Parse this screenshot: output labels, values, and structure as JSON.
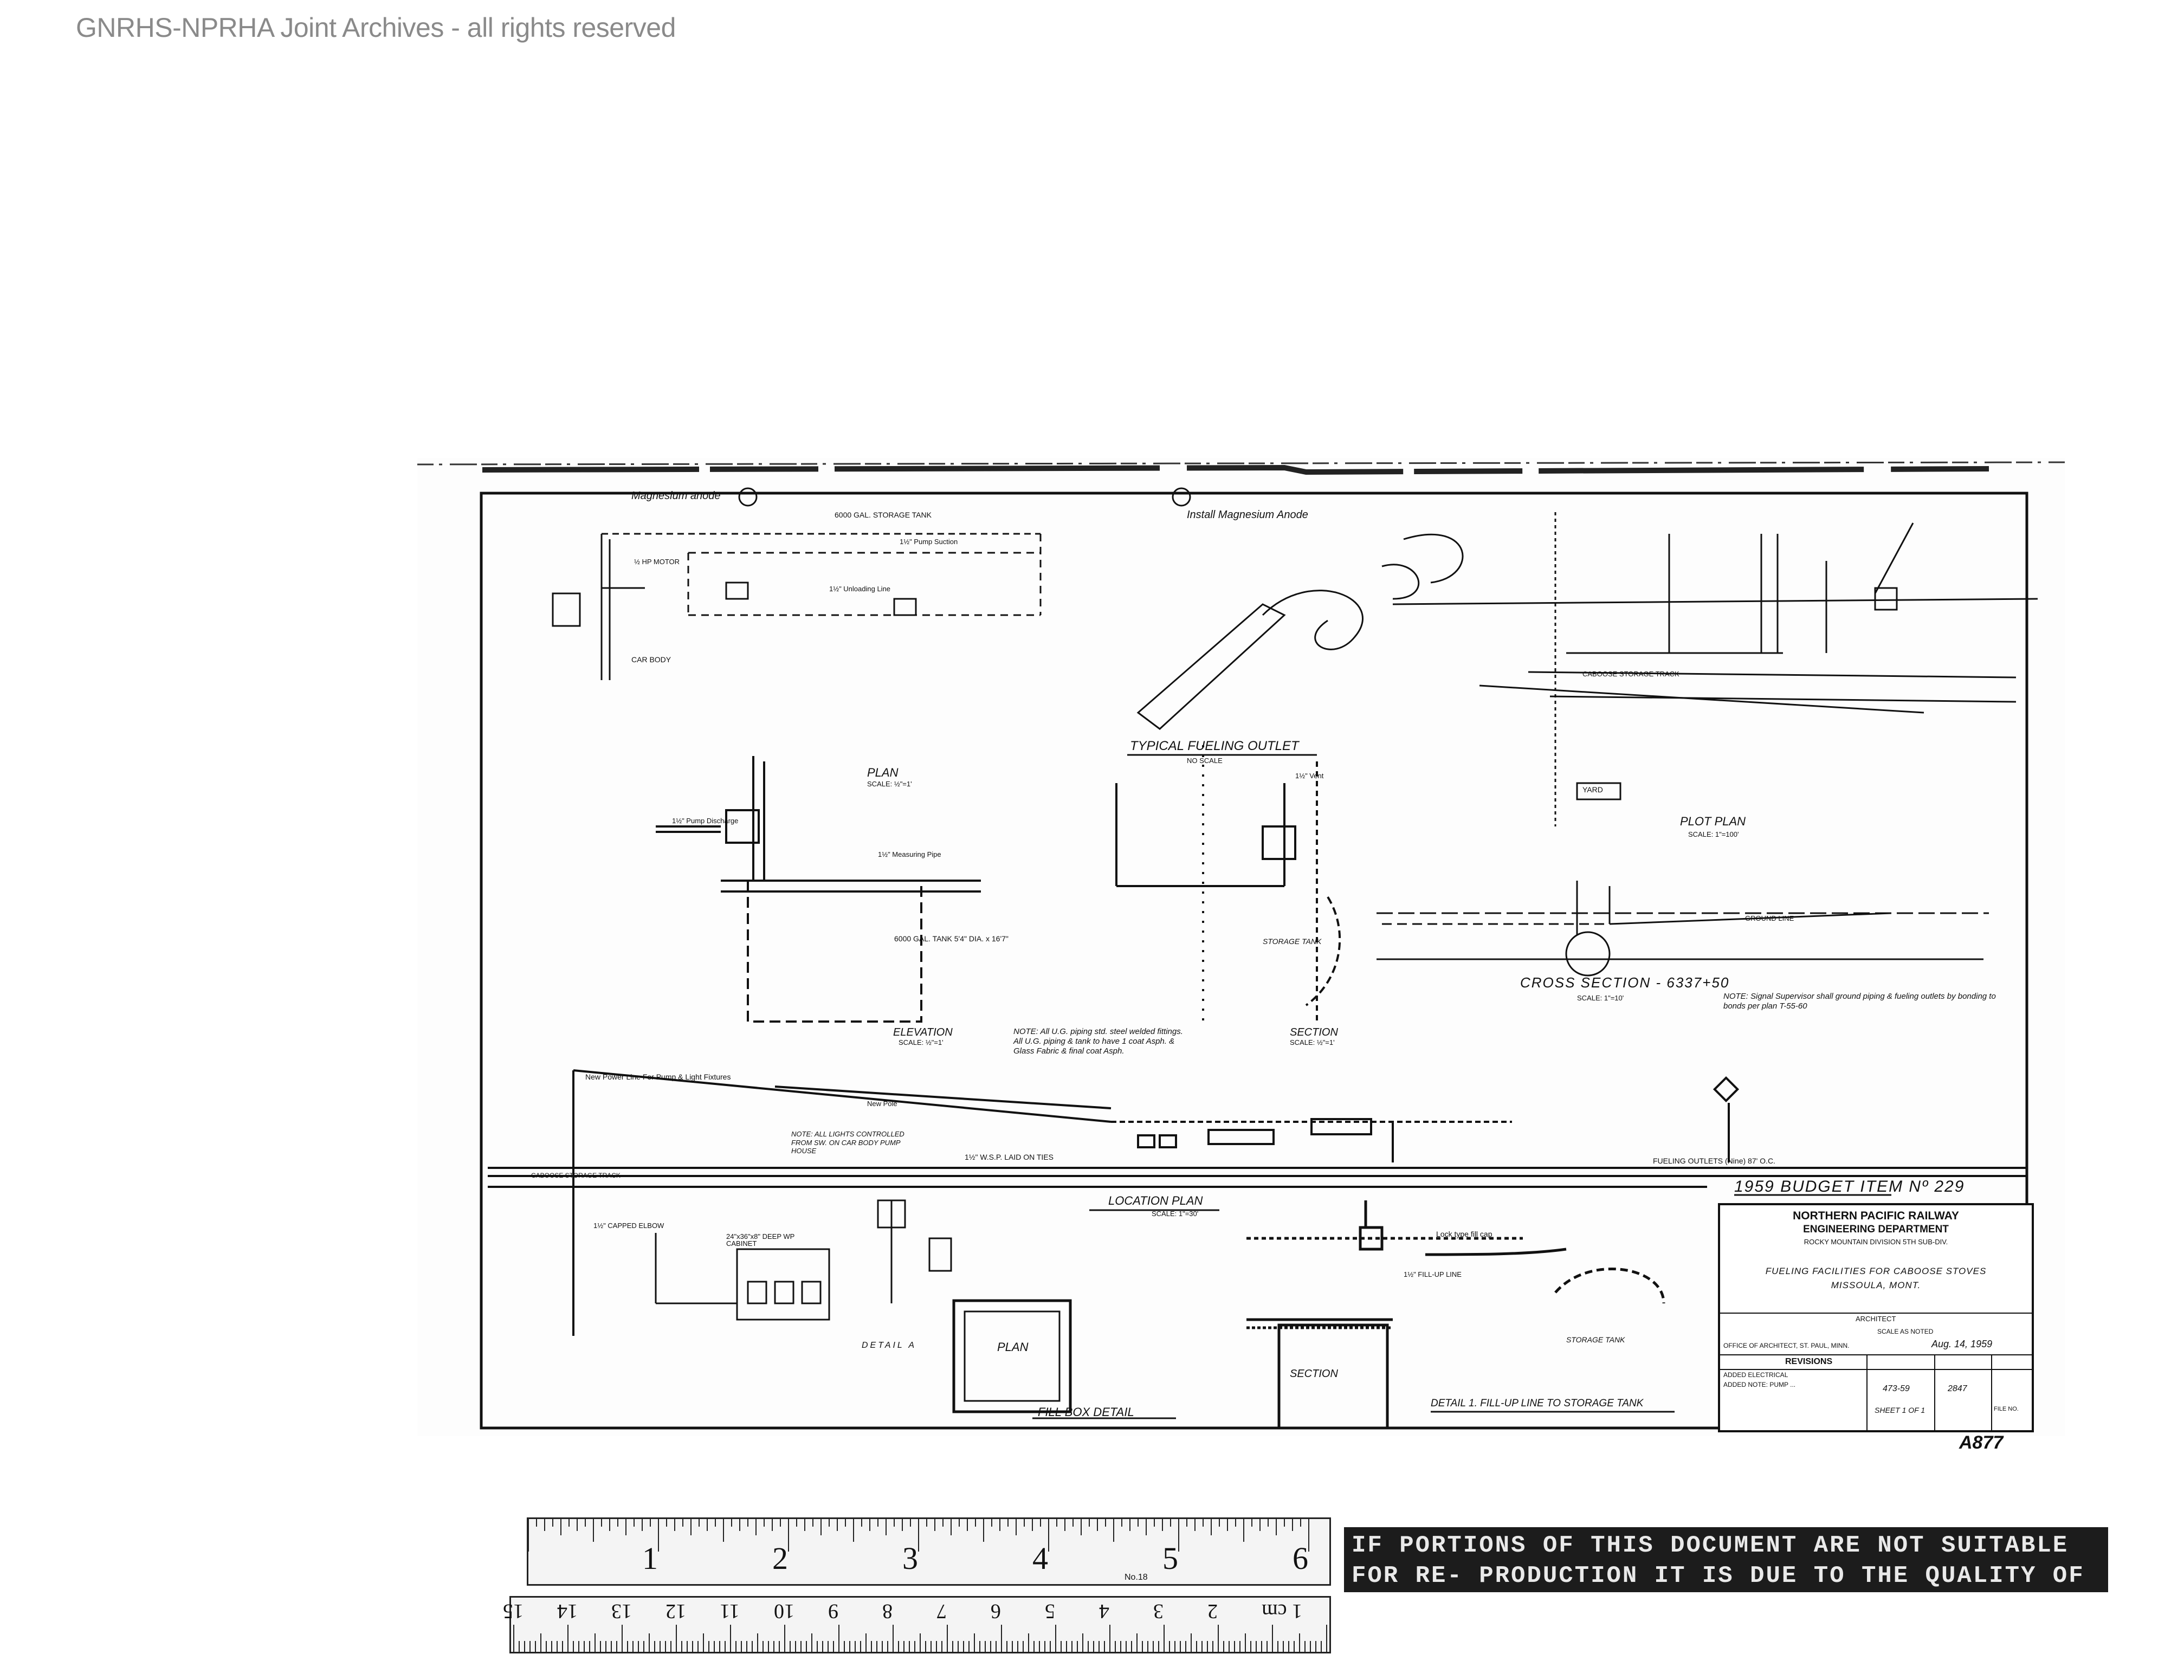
{
  "watermark": "GNRHS-NPRHA Joint Archives - all rights reserved",
  "drawing": {
    "budget_item": "1959 BUDGET ITEM Nº 229",
    "title_block": {
      "company": "NORTHERN PACIFIC RAILWAY",
      "department": "ENGINEERING DEPARTMENT",
      "division": "ROCKY MOUNTAIN DIVISION 5TH SUB-DIV.",
      "project_line1": "FUELING FACILITIES FOR CABOOSE STOVES",
      "project_line2": "MISSOULA, MONT.",
      "architect_label": "ARCHITECT",
      "scale": "SCALE AS NOTED",
      "office": "OFFICE OF ARCHITECT, ST. PAUL, MINN.",
      "date": "Aug. 14, 1959",
      "revisions_label": "REVISIONS",
      "rev_note1": "ADDED ELECTRICAL",
      "rev_note2": "ADDED NOTE: PUMP ...",
      "afe_no": "473-59",
      "job_no": "2847",
      "sheet": "SHEET 1 OF 1",
      "file_no_label": "FILE NO."
    },
    "sheet_number": "A877",
    "labels": {
      "plan": "PLAN",
      "plan_scale": "SCALE: ½\"=1'",
      "elevation": "ELEVATION",
      "elevation_scale": "SCALE: ½\"=1'",
      "section": "SECTION",
      "section_scale": "SCALE: ½\"=1'",
      "typical_outlet": "TYPICAL FUELING OUTLET",
      "no_scale": "NO SCALE",
      "plot_plan": "PLOT PLAN",
      "plot_scale": "SCALE: 1\"=100'",
      "cross_section": "CROSS SECTION - 6337+50",
      "cross_scale": "SCALE: 1\"=10'",
      "location_plan": "LOCATION PLAN",
      "location_scale": "SCALE: 1\"=30'",
      "fill_box_detail": "FILL BOX DETAIL",
      "detail_1": "DETAIL 1. FILL-UP LINE TO STORAGE TANK",
      "detail_a": "DETAIL A",
      "plan_small": "PLAN",
      "section_small": "SECTION",
      "storage_tank": "STORAGE TANK",
      "tank_6000": "6000 GAL. STORAGE TANK",
      "tank_dims": "6000 GAL. TANK 5'4\" DIA. x 16'7\"",
      "magnesium_anode": "Magnesium anode",
      "install_anode": "Install Magnesium Anode",
      "caboose_storage_track": "CABOOSE STORAGE TRACK",
      "yard": "YARD",
      "new_power_line": "New Power Line For Pump & Light Fixtures",
      "note_lights": "NOTE: ALL LIGHTS CONTROLLED FROM SW. ON CAR BODY PUMP HOUSE",
      "note_piping": "NOTE: All U.G. piping std. steel welded fittings. All U.G. piping & tank to have 1 coat Asph. & Glass Fabric & final coat Asph.",
      "note_signal": "NOTE: Signal Supervisor shall ground piping & fueling outlets by bonding to bonds per plan T-55-60",
      "pump_suction": "1½\" Pump Suction",
      "unloading_line": "1½\" Unloading Line",
      "vent": "1½\" Vent",
      "measuring_pipe": "1½\" Measuring Pipe",
      "fuel_outlets": "FUELING OUTLETS (Nine) 87' O.C.",
      "wsp_line": "1½\" W.S.P. LAID ON TIES",
      "motor": "½ HP MOTOR",
      "pump_discharge": "1½\" Pump Discharge",
      "car_body": "CAR BODY",
      "lock_fill_cap": "Lock type fill cap",
      "fill_up_line": "1½\" FILL-UP LINE",
      "new_pole": "New Pole",
      "electrical_cabinet": "24\"x36\"x8\" DEEP WP CABINET",
      "capped_elbow": "1½\" CAPPED ELBOW",
      "grade_line": "GROUND LINE"
    }
  },
  "ruler": {
    "inch_marks": [
      "1",
      "2",
      "3",
      "4",
      "5",
      "6"
    ],
    "cm_marks": [
      "1 cm",
      "2",
      "3",
      "4",
      "5",
      "6",
      "7",
      "8",
      "9",
      "10",
      "11",
      "12",
      "13",
      "14",
      "15"
    ],
    "maker": "No.18"
  },
  "warning": "IF PORTIONS OF THIS DOCUMENT ARE NOT SUITABLE FOR RE- PRODUCTION IT IS DUE TO THE QUALITY OF THE DOCUMENT."
}
